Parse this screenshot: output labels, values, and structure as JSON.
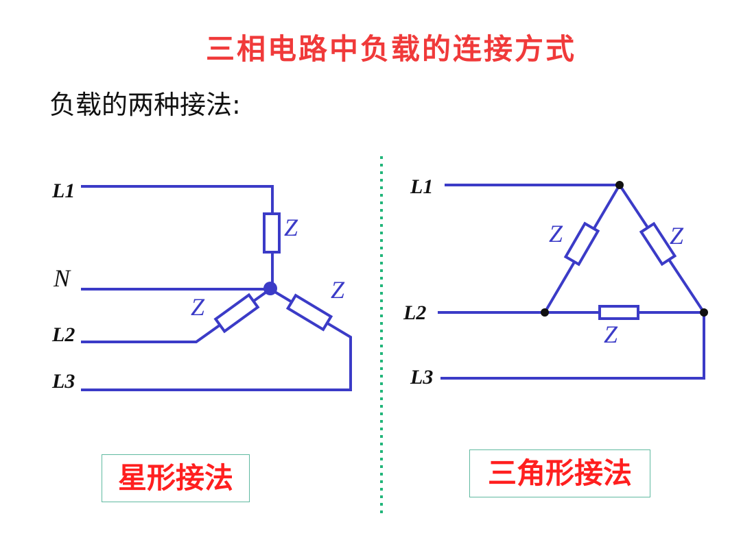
{
  "title": "三相电路中负载的连接方式",
  "subtitle": "负载的两种接法:",
  "star": {
    "line_labels": [
      "L1",
      "N",
      "L2",
      "L3"
    ],
    "impedance_label": "Z",
    "caption": "星形接法"
  },
  "delta": {
    "line_labels": [
      "L1",
      "L2",
      "L3"
    ],
    "impedance_label": "Z",
    "caption": "三角形接法"
  },
  "colors": {
    "title": "#f03a3a",
    "wire": "#3b3bc7",
    "caption": "#ff1f1f",
    "divider": "#22b57a",
    "caption_border": "#5fb9a0"
  }
}
